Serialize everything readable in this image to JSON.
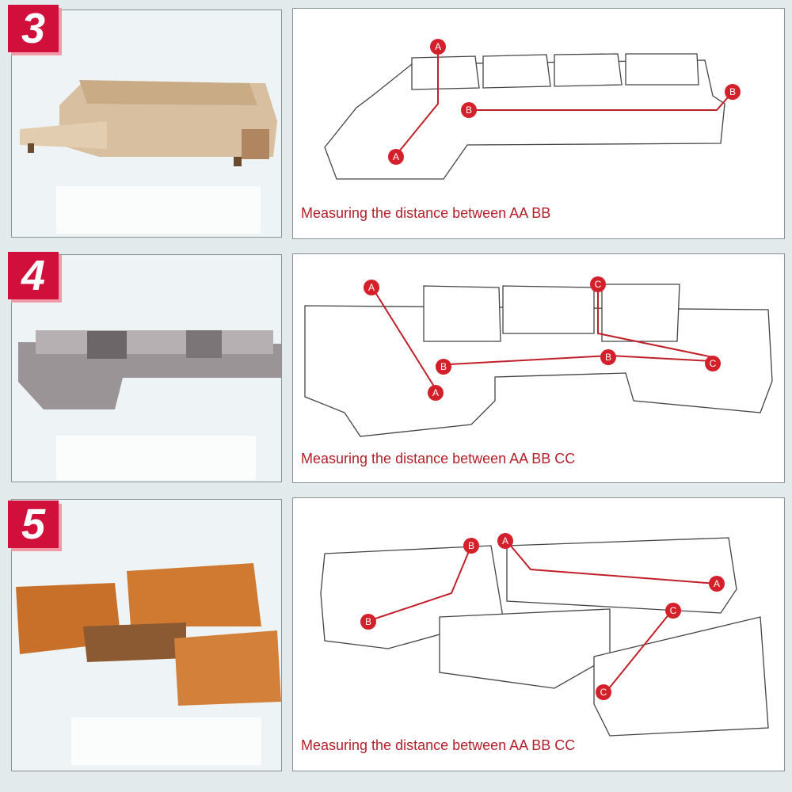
{
  "rows": [
    {
      "number": "3",
      "caption": "Measuring the distance between AA BB",
      "markers": [
        "A",
        "A",
        "B",
        "B"
      ]
    },
    {
      "number": "4",
      "caption": "Measuring the distance between AA BB CC",
      "markers": [
        "A",
        "A",
        "B",
        "B",
        "C",
        "C"
      ]
    },
    {
      "number": "5",
      "caption": "Measuring the distance between AA  BB  CC",
      "markers": [
        "A",
        "A",
        "B",
        "B",
        "C",
        "C"
      ]
    }
  ],
  "colors": {
    "badge": "#d0103a",
    "marker": "#d4202a",
    "caption": "#b3202a"
  }
}
